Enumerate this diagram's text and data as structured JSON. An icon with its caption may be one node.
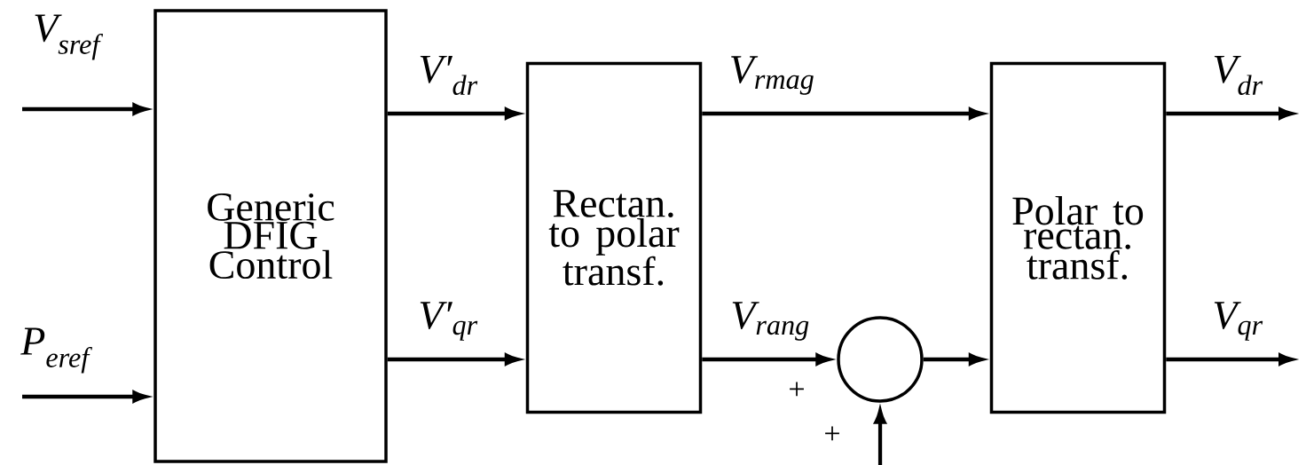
{
  "diagram": {
    "nodes": [
      {
        "text": [
          "Generic DFIG Control"
        ]
      },
      {
        "text": [
          "Rectan. to polar transf."
        ]
      },
      {
        "text": [
          "Polar to rectan. transf."
        ]
      },
      {
        "text": [],
        "shape": "circle"
      }
    ],
    "edges": [
      {
        "from": null,
        "to": 0,
        "arrow": "to",
        "label": "V$_{sref}$"
      },
      {
        "from": null,
        "to": 0,
        "arrow": "to",
        "label": "P$_{eref}$"
      },
      {
        "from": 0,
        "to": 1,
        "arrow": "to",
        "label": "V′$_{dr}$"
      },
      {
        "from": 0,
        "to": 1,
        "arrow": "to",
        "label": "V′$_{qr}$"
      },
      {
        "from": 1,
        "to": 2,
        "arrow": "to",
        "label": "V$_{rmag}$"
      },
      {
        "from": 1,
        "to": 3,
        "arrow": "to",
        "label": "V$_{rang}$"
      },
      {
        "from": 3,
        "to": 2,
        "arrow": "to"
      },
      {
        "from": null,
        "to": 3,
        "arrow": "to"
      },
      {
        "from": 2,
        "to": null,
        "arrow": "to",
        "label": "V$_{dr}$"
      },
      {
        "from": 2,
        "to": null,
        "arrow": "to",
        "label": "V$_{qr}$"
      }
    ],
    "labels": [
      "+",
      "+"
    ]
  }
}
